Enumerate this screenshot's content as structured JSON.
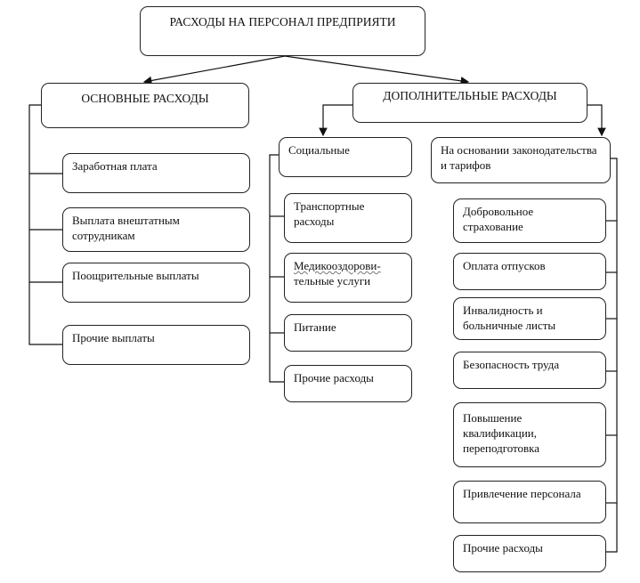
{
  "root": {
    "label": "РАСХОДЫ НА ПЕРСОНАЛ ПРЕДПРИЯТИ"
  },
  "basic": {
    "label": "ОСНОВНЫЕ РАСХОДЫ",
    "items": [
      "Заработная плата",
      "Выплата внештатным сотрудникам",
      "Поощрительные выплаты",
      "Прочие выплаты"
    ]
  },
  "additional": {
    "label": "ДОПОЛНИТЕЛЬНЫЕ РАСХОДЫ",
    "social": {
      "label": "Социальные",
      "items": [
        "Транспортные расходы",
        "Медикооздорови-",
        "тельные услуги",
        "Питание",
        "Прочие расходы"
      ]
    },
    "legal": {
      "label": "На основании законодательства и тарифов",
      "items": [
        "Добровольное страхование",
        "Оплата отпусков",
        "Инвалидность и больничные листы",
        "Безопасность труда",
        "Повышение квалификации, переподготовка",
        "Привлечение персонала",
        "Прочие расходы"
      ]
    }
  }
}
